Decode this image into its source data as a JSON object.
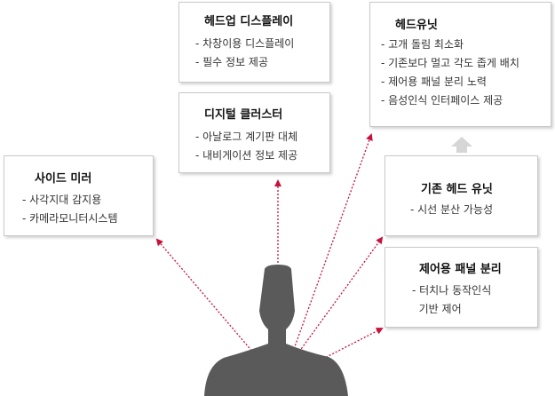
{
  "boxes": {
    "hud": {
      "title": "헤드업 디스플레이",
      "items": [
        "- 차창이용 디스플레이",
        "- 필수 정보 제공"
      ]
    },
    "digital_cluster": {
      "title": "디지털 클러스터",
      "items": [
        "- 아날로그 계기판 대체",
        "- 내비게이션 정보 제공"
      ]
    },
    "head_unit": {
      "title": "헤드유닛",
      "items": [
        "- 고개 돌림 최소화",
        "- 기존보다 멀고 각도 좁게 배치",
        "- 제어용 패널 분리 노력",
        "- 음성인식 인터페이스 제공"
      ]
    },
    "side_mirror": {
      "title": "사이드 미러",
      "items": [
        "- 사각지대 감지용",
        "- 카메라모니터시스템"
      ]
    },
    "existing_head_unit": {
      "title": "기존 헤드 유닛",
      "items": [
        "- 시선 분산 가능성"
      ]
    },
    "control_panel": {
      "title": "제어용 패널 분리",
      "items": [
        "- 터치나 동작인식",
        "  기반 제어"
      ]
    }
  },
  "colors": {
    "arrow": "#c8103c",
    "silhouette": "#5a5a5a",
    "up_arrow": "#d6d6d6",
    "border": "#c9c9c9"
  },
  "icons": {
    "driver": "person-silhouette-icon",
    "up_arrow": "up-arrow-icon"
  }
}
